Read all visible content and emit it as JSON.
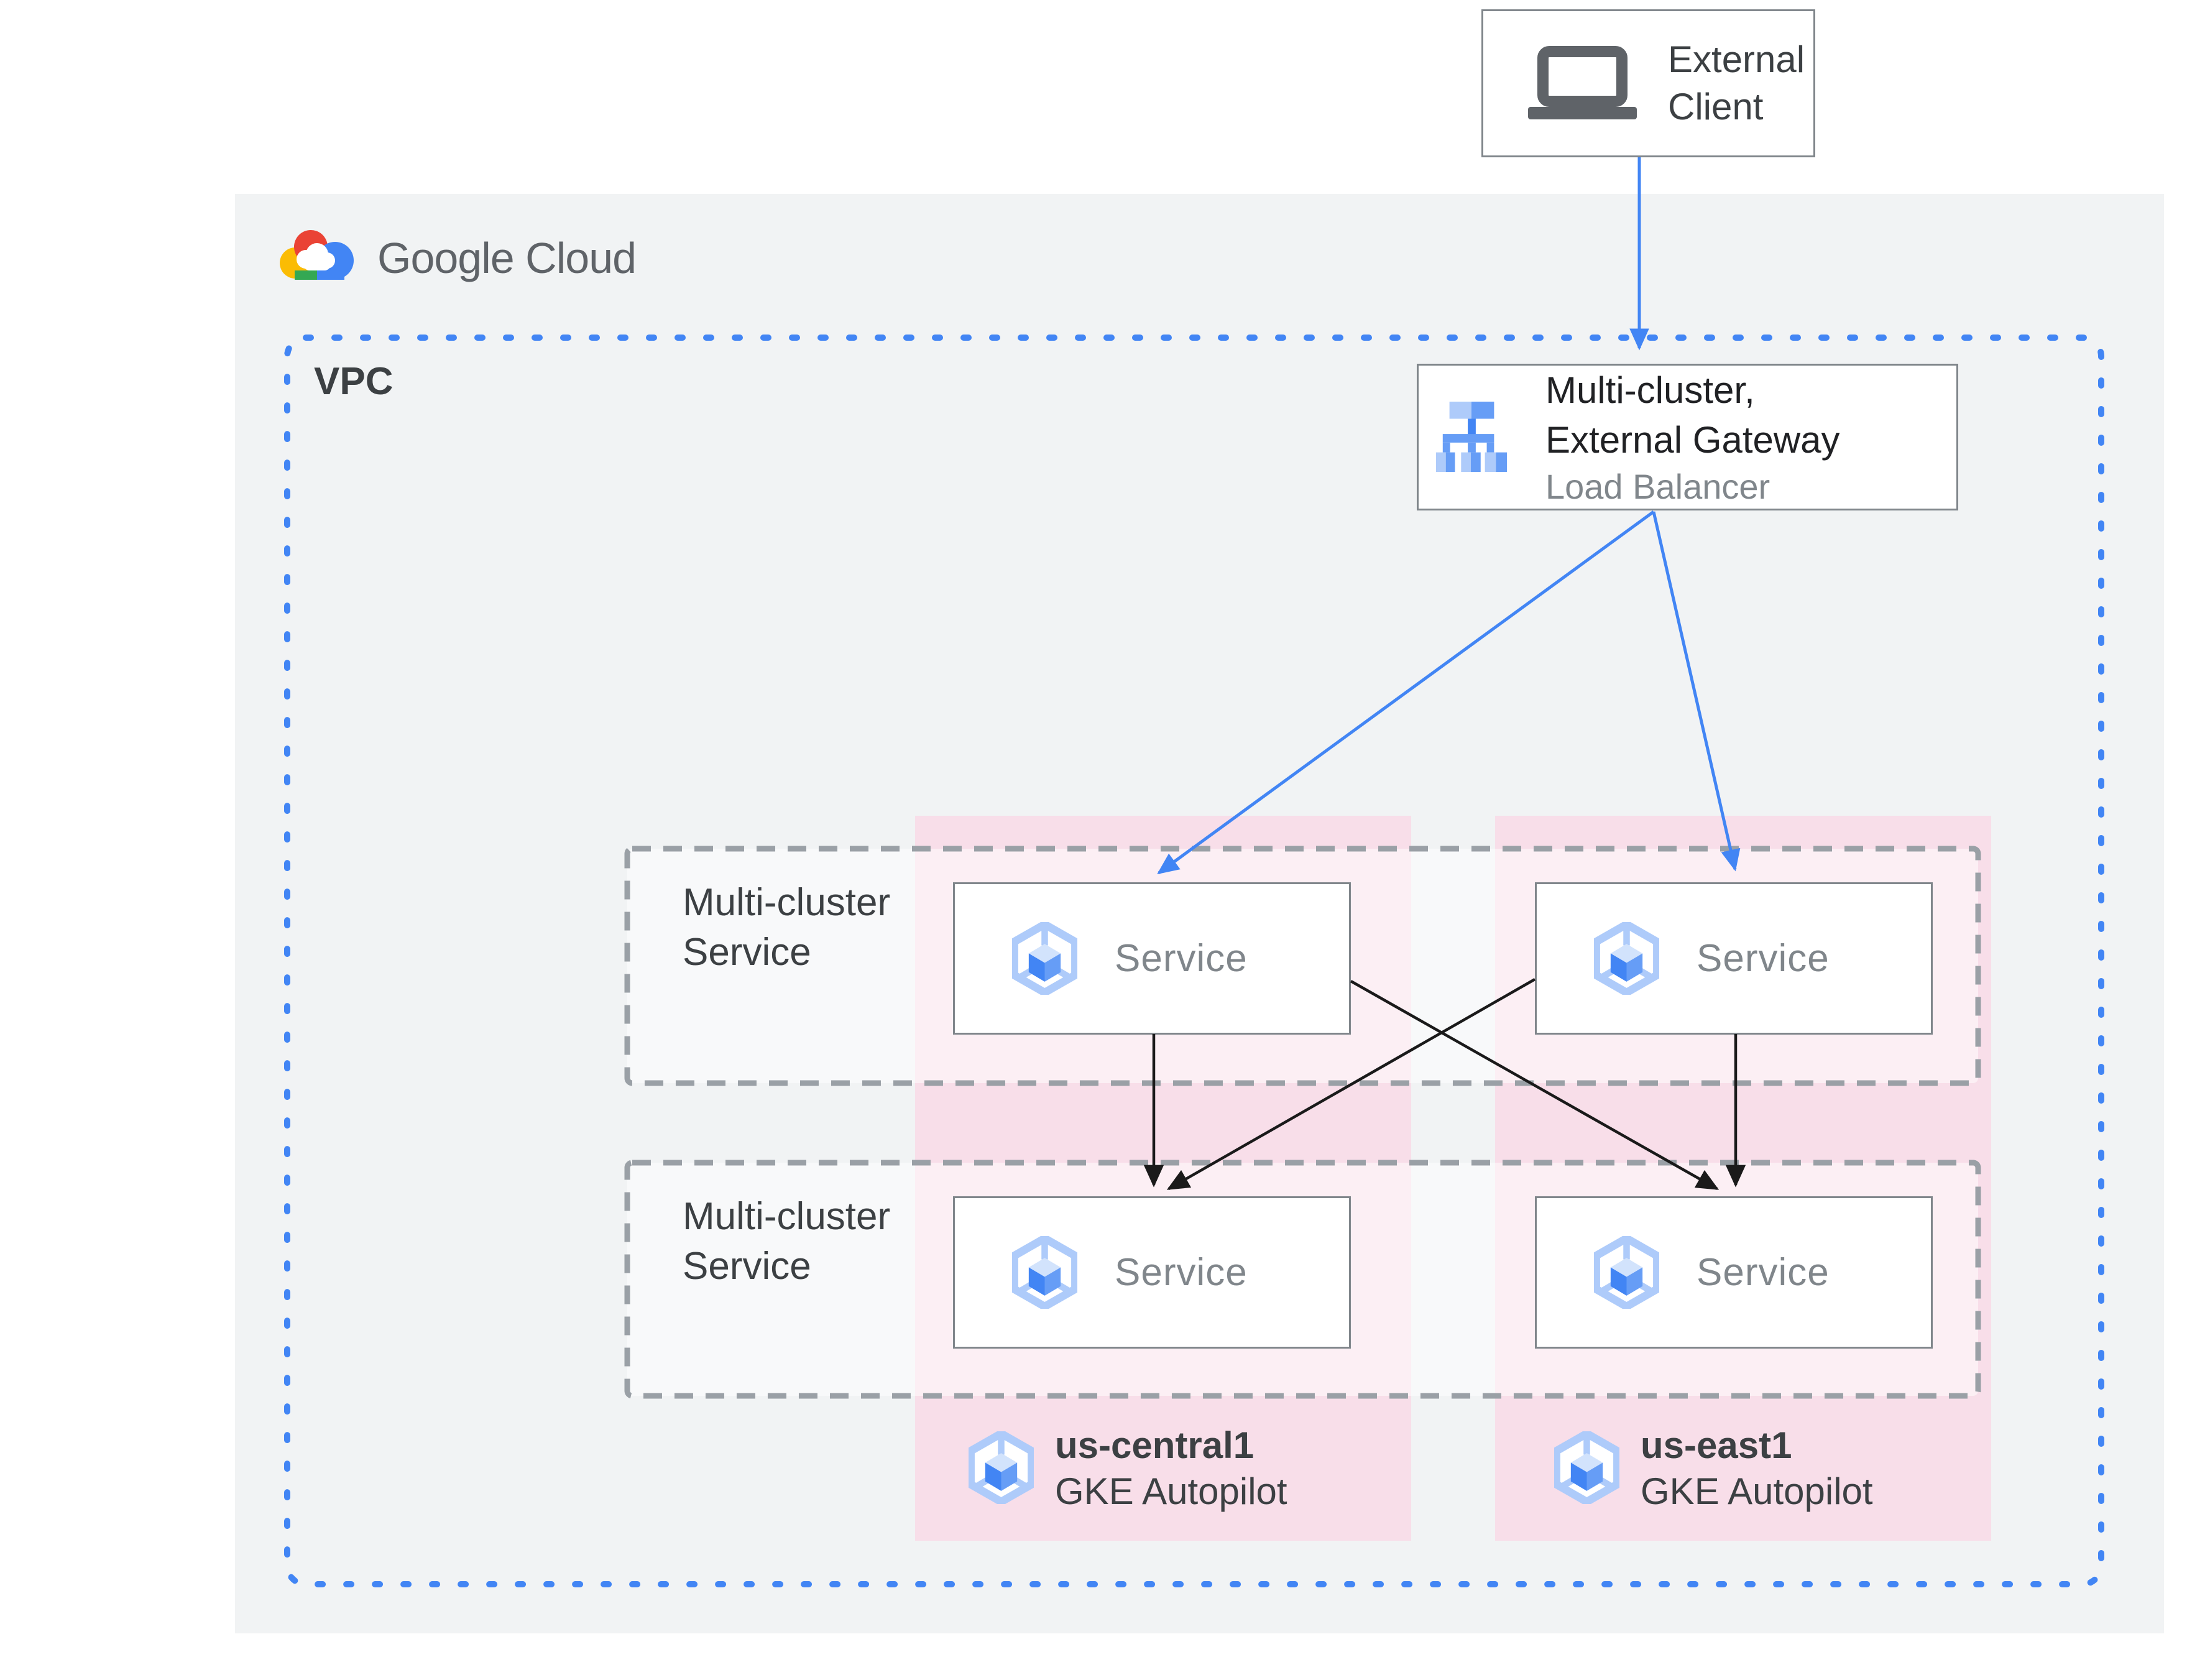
{
  "logo": {
    "brand": "Google Cloud"
  },
  "external_client": {
    "line1": "External",
    "line2": "Client"
  },
  "vpc": {
    "label": "VPC"
  },
  "load_balancer": {
    "title_line1": "Multi-cluster,",
    "title_line2": "External Gateway",
    "subtitle": "Load Balancer"
  },
  "tiers": [
    {
      "label_line1": "Multi-cluster",
      "label_line2": "Service"
    },
    {
      "label_line1": "Multi-cluster",
      "label_line2": "Service"
    }
  ],
  "services": [
    {
      "label": "Service"
    },
    {
      "label": "Service"
    },
    {
      "label": "Service"
    },
    {
      "label": "Service"
    }
  ],
  "clusters": [
    {
      "region": "us-central1",
      "platform": "GKE Autopilot"
    },
    {
      "region": "us-east1",
      "platform": "GKE Autopilot"
    }
  ],
  "icons": {
    "client": "laptop-icon",
    "load_balancer": "load-balancer-icon",
    "service": "gke-hexagon-icon",
    "cluster": "gke-hexagon-icon",
    "brand": "google-cloud-logo-icon"
  },
  "colors": {
    "page_bg": "#FFFFFF",
    "panel_bg": "#F1F3F4",
    "cluster_bg": "#F8DEE9",
    "tier_fill": "rgba(255,255,255,0.5)",
    "tier_border": "#9AA0A6",
    "vpc_border": "#4285F4",
    "box_border": "#80868B",
    "arrow_blue": "#4285F4",
    "arrow_black": "#1A1A1A",
    "text_dark": "#3C4043",
    "text_gray": "#80868B",
    "logo_text": "#5F6368",
    "icon_blue_light": "#AECBFA",
    "icon_blue_mid": "#669DF6",
    "icon_blue_strong": "#4285F4"
  }
}
